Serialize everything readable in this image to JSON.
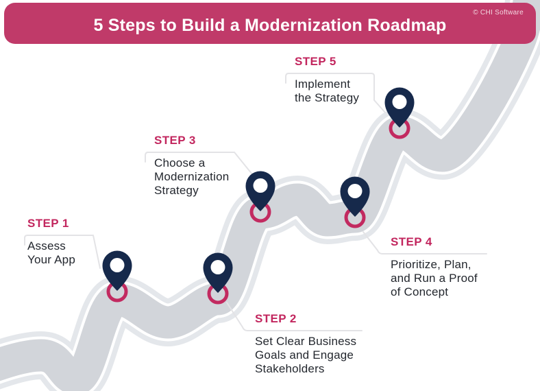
{
  "header": {
    "title": "5 Steps to Build a Modernization Roadmap",
    "copyright": "© CHI Software"
  },
  "colors": {
    "banner_background": "#C03A69",
    "step_accent_pink": "#C2265E",
    "pin_navy": "#16294B",
    "pin_ring_pink": "#C22A60",
    "road_gray": "#D2D5DA",
    "road_shoulder_gray": "#E4E7EB",
    "road_edge_line": "#FFFFFF",
    "callout_line_gray": "#E3E3E6",
    "description_text": "#23272E"
  },
  "steps": [
    {
      "label": "STEP 1",
      "description": "Assess\nYour App"
    },
    {
      "label": "STEP 2",
      "description": "Set Clear Business\nGoals and Engage\nStakeholders"
    },
    {
      "label": "STEP 3",
      "description": "Choose a\nModernization\nStrategy"
    },
    {
      "label": "STEP 4",
      "description": "Prioritize, Plan,\nand Run a Proof\nof Concept"
    },
    {
      "label": "STEP 5",
      "description": "Implement\nthe Strategy"
    }
  ]
}
